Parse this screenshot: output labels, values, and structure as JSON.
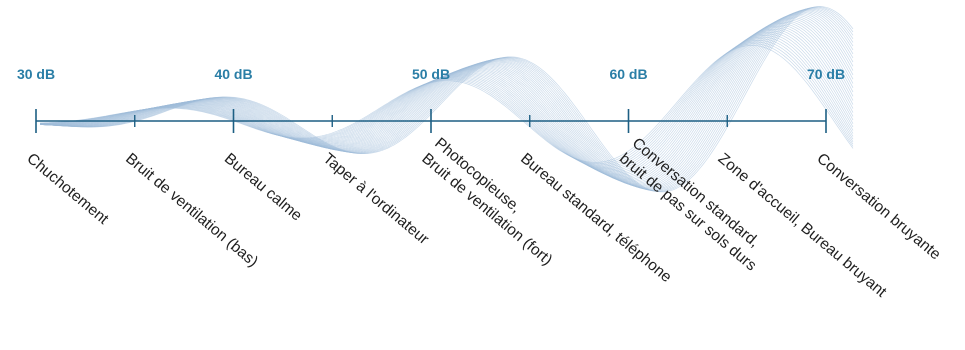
{
  "colors": {
    "axis": "#1d5f84",
    "tick_label": "#2a7ea6",
    "wave": "#9ebcd8",
    "text": "#1f1f1f"
  },
  "scale": {
    "unit": "dB",
    "major_ticks": [
      "30 dB",
      "40 dB",
      "50 dB",
      "60 dB",
      "70 dB"
    ],
    "major_values": [
      30,
      40,
      50,
      60,
      70
    ],
    "minor_values": [
      35,
      45,
      55,
      65
    ]
  },
  "sources": [
    {
      "db": 30,
      "lines": [
        "Chuchotement"
      ]
    },
    {
      "db": 35,
      "lines": [
        "Bruit de ventilation (bas)"
      ]
    },
    {
      "db": 40,
      "lines": [
        "Bureau calme"
      ]
    },
    {
      "db": 45,
      "lines": [
        "Taper à l'ordinateur"
      ]
    },
    {
      "db": 50,
      "lines": [
        "Photocopieuse,",
        "Bruit de ventilation (fort)"
      ]
    },
    {
      "db": 55,
      "lines": [
        "Bureau standard, téléphone"
      ]
    },
    {
      "db": 60,
      "lines": [
        "Conversation standard,",
        "bruit de pas sur sols durs"
      ]
    },
    {
      "db": 65,
      "lines": [
        "Zone d'accueil, Bureau bruyant"
      ]
    },
    {
      "db": 70,
      "lines": [
        "Conversation bruyante"
      ]
    }
  ]
}
